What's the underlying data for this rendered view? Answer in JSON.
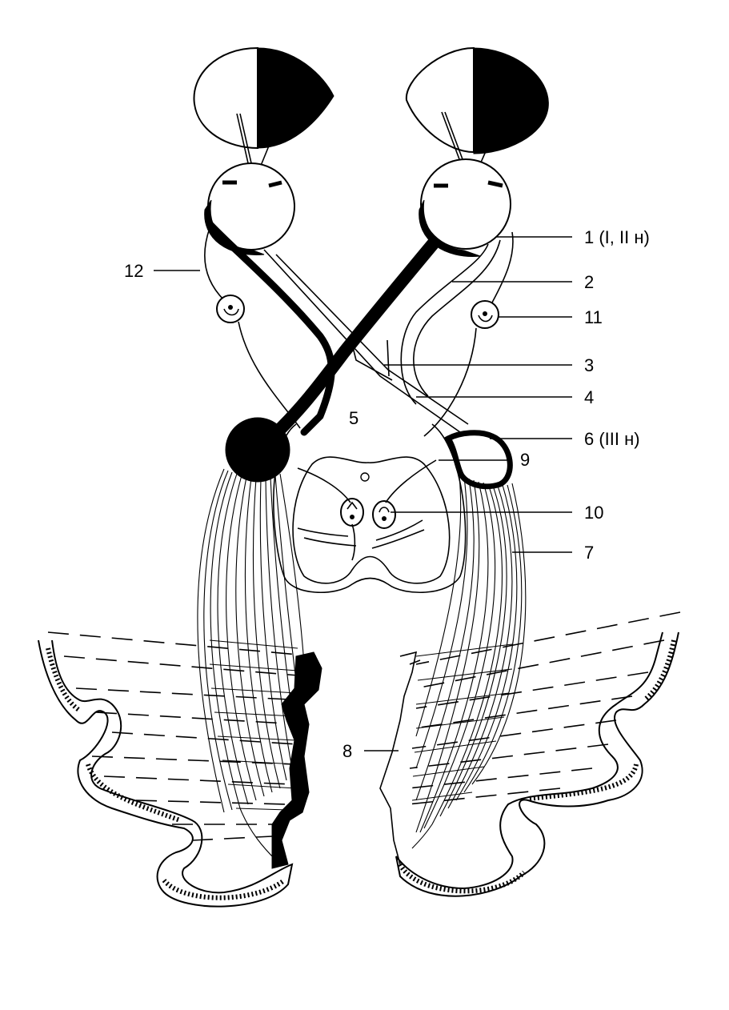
{
  "labels": {
    "l1": "1 (I, II н)",
    "l2": "2",
    "l3": "3",
    "l4": "4",
    "l5": "5",
    "l6": "6 (III н)",
    "l7": "7",
    "l8": "8",
    "l9": "9",
    "l10": "10",
    "l11": "11",
    "l12": "12"
  }
}
